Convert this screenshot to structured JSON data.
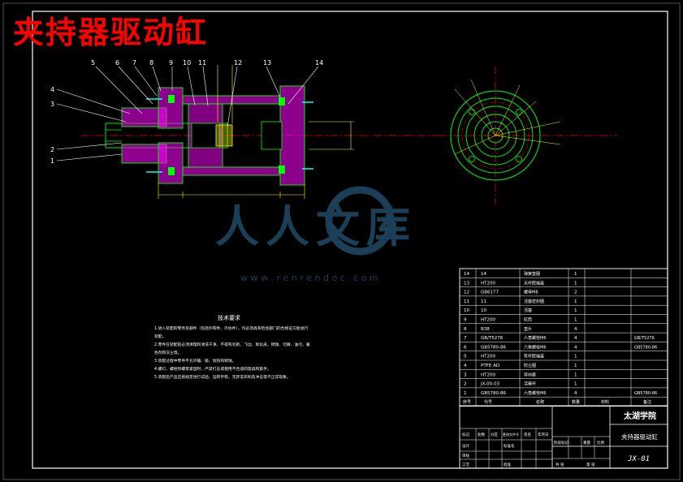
{
  "header": {
    "drawing_title": "夹持器驱动缸"
  },
  "callouts": [
    "1",
    "2",
    "3",
    "4",
    "5",
    "6",
    "7",
    "8",
    "9",
    "10",
    "11",
    "12",
    "13",
    "14"
  ],
  "watermark": {
    "text": "人人文库",
    "url": "w w w . r e n r e n d o c . c o m"
  },
  "notes": {
    "heading": "技术要求",
    "lines": [
      "1.进入装配的零件及部件（包括外购件、外协件），均必须具有检验部门的合格证方能进行",
      "装配。",
      "2.零件在装配前必须清理和清洗干净，不得有毛刺、飞边、氧化皮、锈蚀、切屑、油污、着",
      "色剂和灰尘等。",
      "3.装配过程中零件不允许磕、碰、划伤和锈蚀。",
      "4.螺钉、螺栓和螺母紧固时，严禁打击或使用不合适的旋具和扳手。",
      "5.装配后产品应按规定进行试验，运转平稳，无异常声响及冲击等不正常现象。"
    ]
  },
  "parts_list": {
    "rows": [
      {
        "no": "14",
        "code": "14",
        "name": "弹簧垫圈",
        "qty": "1",
        "std": ""
      },
      {
        "no": "13",
        "code": "HT200",
        "name": "无杆腔端盖",
        "qty": "1",
        "std": ""
      },
      {
        "no": "12",
        "code": "GB6177",
        "name": "螺母M8",
        "qty": "2",
        "std": ""
      },
      {
        "no": "11",
        "code": "11",
        "name": "活塞密封圈",
        "qty": "1",
        "std": ""
      },
      {
        "no": "10",
        "code": "10",
        "name": "活塞",
        "qty": "1",
        "std": ""
      },
      {
        "no": "9",
        "code": "HT200",
        "name": "缸筒",
        "qty": "1",
        "std": ""
      },
      {
        "no": "8",
        "code": "B38",
        "name": "垫片",
        "qty": "4",
        "std": ""
      },
      {
        "no": "7",
        "code": "GB/T5276",
        "name": "六角螺栓M6",
        "qty": "4",
        "std": "GB/T5276"
      },
      {
        "no": "6",
        "code": "GB5780-86",
        "name": "六角螺栓M6",
        "qty": "4",
        "std": "GB5780-86"
      },
      {
        "no": "5",
        "code": "HT200",
        "name": "有杆腔端盖",
        "qty": "1",
        "std": ""
      },
      {
        "no": "4",
        "code": "PTFE AD",
        "name": "防尘圈",
        "qty": "1",
        "std": ""
      },
      {
        "no": "3",
        "code": "HT200",
        "name": "导向套",
        "qty": "1",
        "std": ""
      },
      {
        "no": "2",
        "code": "JX-00-03",
        "name": "活塞杆",
        "qty": "1",
        "std": ""
      },
      {
        "no": "1",
        "code": "GB5780-86",
        "name": "六角螺栓M6",
        "qty": "4",
        "std": "GB5780-86"
      }
    ],
    "header": [
      "序号",
      "代号",
      "名称",
      "数量",
      "材料",
      "备注"
    ]
  },
  "title_block": {
    "school": "太湖学院",
    "part_name": "夹持器驱动缸",
    "drawing_no": "JX-01",
    "labels": {
      "mark": "标记",
      "count": "处数",
      "zone": "分区",
      "change_doc": "更改文件号",
      "sign": "签名",
      "date": "年月日",
      "design": "设计",
      "std_check": "标准化",
      "stage_mark": "阶段标记",
      "weight": "重量",
      "scale": "比例",
      "review": "审核",
      "process": "工艺",
      "approve": "批准",
      "sheet_total": "共 张",
      "sheet_no": "第 张"
    }
  },
  "colors": {
    "frame": "#ffffff",
    "outline": "#00ff00",
    "hatch": "#ff00ff",
    "center": "#ff0000",
    "dimension": "#ffff00",
    "part": "#00ffff",
    "title_red": "#ff0000",
    "watermark": "#1f4a66"
  }
}
